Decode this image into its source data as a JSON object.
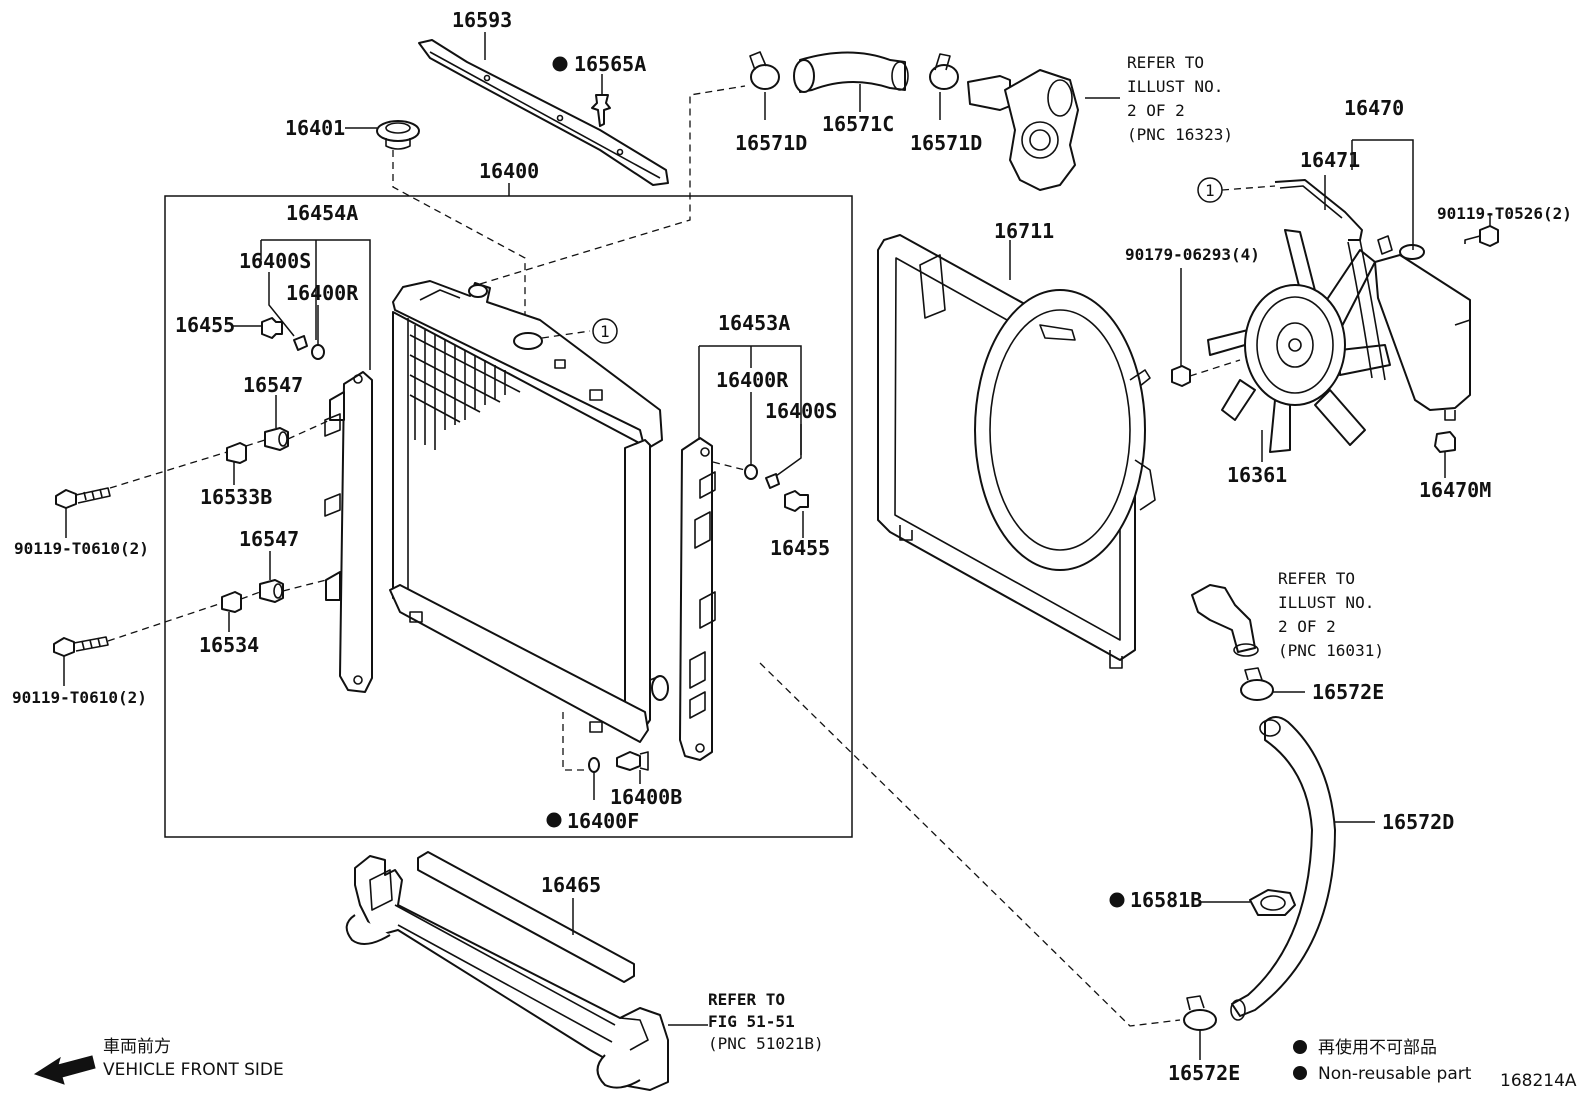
{
  "labels": {
    "p16593": "16593",
    "p16565A": "16565A",
    "p16401": "16401",
    "p16400": "16400",
    "p16454A": "16454A",
    "p16400S_l": "16400S",
    "p16400R_l": "16400R",
    "p16455_l": "16455",
    "p16547_a": "16547",
    "p16533B": "16533B",
    "p16547_b": "16547",
    "p16534": "16534",
    "p90119_a": "90119-T0610(2)",
    "p90119_b": "90119-T0610(2)",
    "p16453A": "16453A",
    "p16400R_r": "16400R",
    "p16400S_r": "16400S",
    "p16455_r": "16455",
    "p16400B": "16400B",
    "p16400F": "16400F",
    "p16571D_a": "16571D",
    "p16571C": "16571C",
    "p16571D_b": "16571D",
    "p16711": "16711",
    "p16470": "16470",
    "p16471": "16471",
    "p90119_T0526": "90119-T0526(2)",
    "p90179": "90179-06293(4)",
    "p16361": "16361",
    "p16470M": "16470M",
    "p16572E_a": "16572E",
    "p16572D": "16572D",
    "p16581B": "16581B",
    "p16572E_b": "16572E",
    "p16465": "16465",
    "circle_ref_1": "1",
    "circle_ref_2": "1"
  },
  "refer_notes": {
    "top": [
      "REFER TO",
      "ILLUST NO.",
      "2 OF 2",
      "(PNC 16323)"
    ],
    "right": [
      "REFER TO",
      "ILLUST NO.",
      "2 OF 2",
      "(PNC 16031)"
    ],
    "bottom": [
      "REFER TO",
      "FIG 51-51",
      "(PNC 51021B)"
    ]
  },
  "direction": {
    "jp": "車両前方",
    "en": "VEHICLE FRONT SIDE"
  },
  "legend": {
    "jp": "再使用不可部品",
    "en": "Non-reusable part"
  },
  "figure_id": "168214A"
}
